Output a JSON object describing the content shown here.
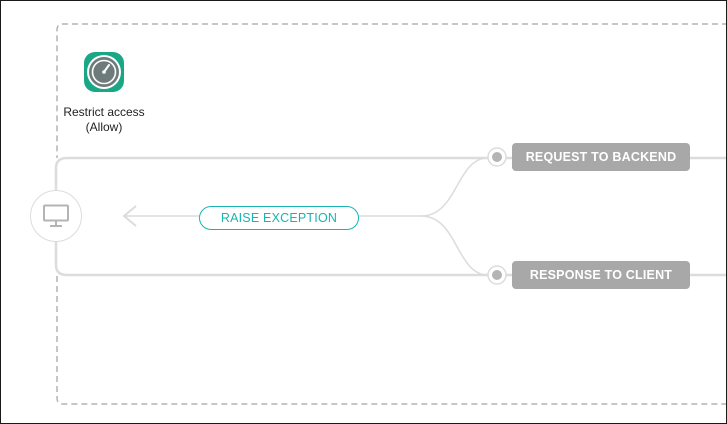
{
  "policy": {
    "icon": "speedometer-icon",
    "name": "Restrict access",
    "mode": "(Allow)",
    "icon_color": "#1aa786",
    "dial_color": "#6d7b7a"
  },
  "client": {
    "icon": "monitor-icon"
  },
  "flow": {
    "raise_exception_label": "RAISE EXCEPTION",
    "request_label": "REQUEST TO BACKEND",
    "response_label": "RESPONSE TO CLIENT"
  },
  "colors": {
    "accent": "#19b3b3",
    "phase_box": "#a8a8a8",
    "line": "#dcdcdc",
    "dashed_border": "#b4b4b4"
  }
}
